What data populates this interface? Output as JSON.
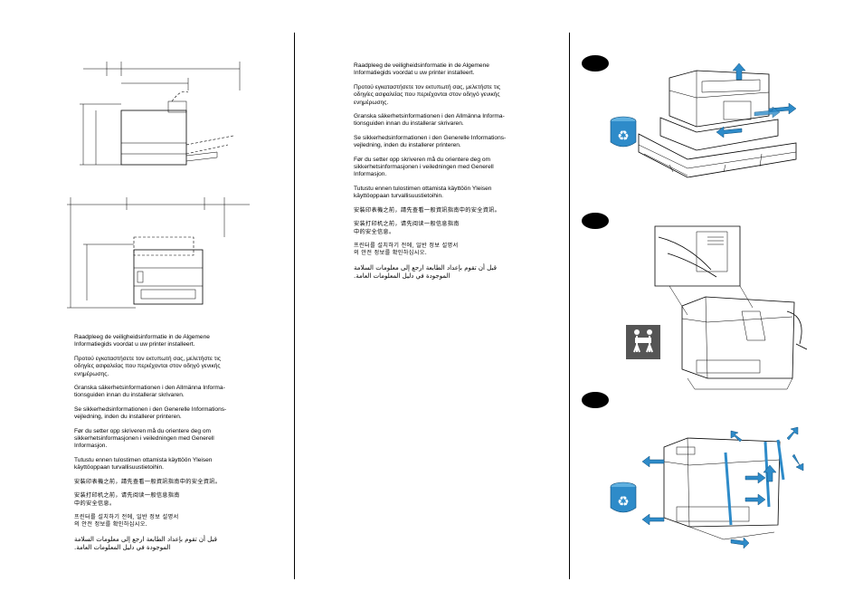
{
  "left_column": {
    "safety_texts": [
      "Raadpleeg de veiligheidsinformatie in de Algemene\nInformatiegids voordat u uw printer installeert.",
      "Προτού εγκαταστήσετε τον εκτυπωτή σας, μελετήστε τις\nοδηγίες ασφαλείας που περιέχονται στον οδηγό γενικής\nενημέρωσης.",
      "Granska säkerhetsinformationen i den Allmänna Informa-\ntionsguiden innan du installerar skrivaren.",
      "Se sikkerhedsinformationen i den Generelle Informations-\nvejledning, inden du installerer printeren.",
      "Før du setter opp skriveren må du orientere deg om\nsikkerhetsinformasjonen i veiledningen med Generell\nInformasjon.",
      "Tutustu ennen tulostimen ottamista käyttöön Yleisen\nkäyttöoppaan turvallisuustietoihin.",
      "安裝印表機之前，請先查看一般資訊指南中的安全資訊。",
      "安装打印机之前，请先阅读一般信息指南\n中的安全信息。",
      "프린터를 설치하기 전에, 일반 정보 설명서\n의 안전 정보를 확인하십시오.",
      "قبل أن تقوم بإعداد الطابعة ارجع إلى معلومات السلامة\nالموجودة في دليل المعلومات العامة."
    ]
  },
  "middle_column": {
    "safety_texts": [
      "Raadpleeg de veiligheidsinformatie in de Algemene\nInformatiegids voordat u uw printer installeert.",
      "Προτού εγκαταστήσετε τον εκτυπωτή σας, μελετήστε τις\nοδηγίες ασφαλείας που περιέχονται στον οδηγό γενικής\nενημέρωσης.",
      "Granska säkerhetsinformationen i den Allmänna Informa-\ntionsguiden innan du installerar skrivaren.",
      "Se sikkerhedsinformationen i den Generelle Informations-\nvejledning, inden du installerer printeren.",
      "Før du setter opp skriveren må du orientere deg om\nsikkerhetsinformasjonen i veiledningen med Generell\nInformasjon.",
      "Tutustu ennen tulostimen ottamista käyttöön Yleisen\nkäyttöoppaan turvallisuustietoihin.",
      "安裝印表機之前，請先查看一般資訊指南中的安全資訊。",
      "安装打印机之前，请先阅读一般信息指南\n中的安全信息。",
      "프린터를 설치하기 전에, 일반 정보 설명서\n의 안전 정보를 확인하십시오.",
      "قبل أن تقوم بإعداد الطابعة ارجع إلى معلومات السلامة\nالموجودة في دليل المعلومات العامة."
    ]
  },
  "colors": {
    "arrow": "#2e8bc9",
    "recycle_badge": "#2e8bc9",
    "line": "#000000"
  },
  "icons": [
    "recycle-icon",
    "two-person-lift-icon",
    "step-marker-icon"
  ]
}
